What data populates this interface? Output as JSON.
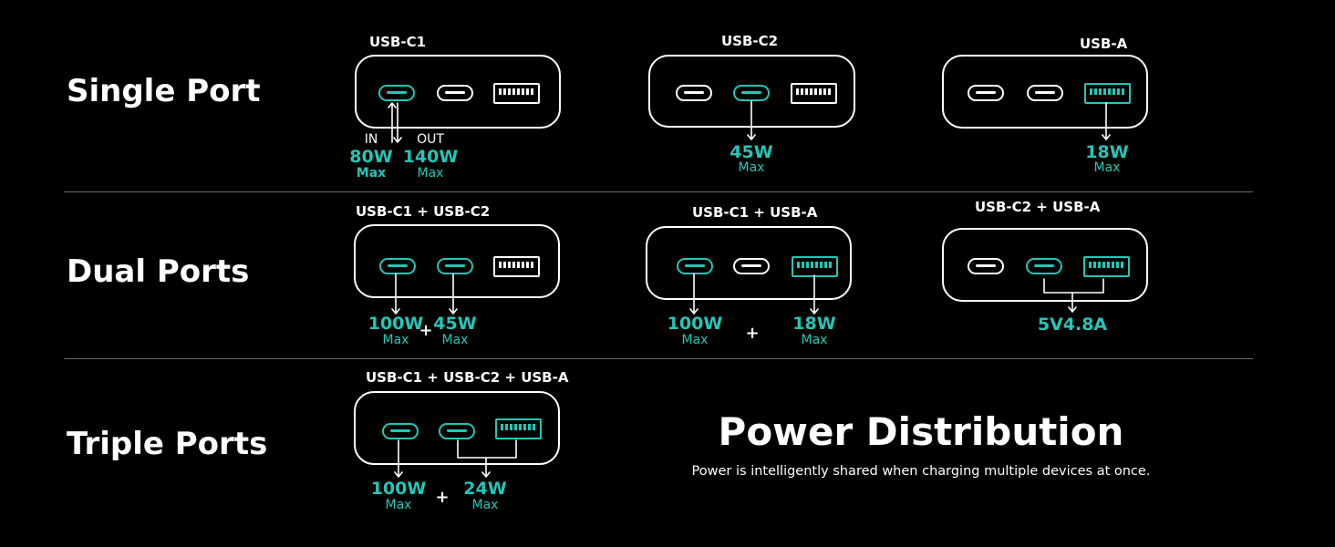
{
  "rows": [
    {
      "title": "Single Port"
    },
    {
      "title": "Dual Ports"
    },
    {
      "title": "Triple Ports"
    }
  ],
  "single": {
    "c1": {
      "label": "USB-C1",
      "in_label": "IN",
      "out_label": "OUT",
      "in_watt": "80W",
      "out_watt": "140W",
      "max": "Max"
    },
    "c2": {
      "label": "USB-C2",
      "watt": "45W",
      "max": "Max"
    },
    "a": {
      "label": "USB-A",
      "watt": "18W",
      "max": "Max"
    }
  },
  "dual": {
    "c1c2": {
      "label": "USB-C1 + USB-C2",
      "watt1": "100W",
      "watt2": "45W",
      "max": "Max",
      "plus": "+"
    },
    "c1a": {
      "label": "USB-C1 + USB-A",
      "watt1": "100W",
      "watt2": "18W",
      "max": "Max",
      "plus": "+"
    },
    "c2a": {
      "label": "USB-C2 + USB-A",
      "watt": "5V4.8A"
    }
  },
  "triple": {
    "label": "USB-C1 + USB-C2 + USB-A",
    "watt1": "100W",
    "watt2": "24W",
    "max": "Max",
    "plus": "+"
  },
  "heading": {
    "title": "Power Distribution",
    "subtitle": "Power is intelligently shared when charging multiple devices at once."
  },
  "colors": {
    "accent": "#22c7b8",
    "background": "#000000",
    "foreground": "#ffffff",
    "divider": "#6a6a6a"
  }
}
